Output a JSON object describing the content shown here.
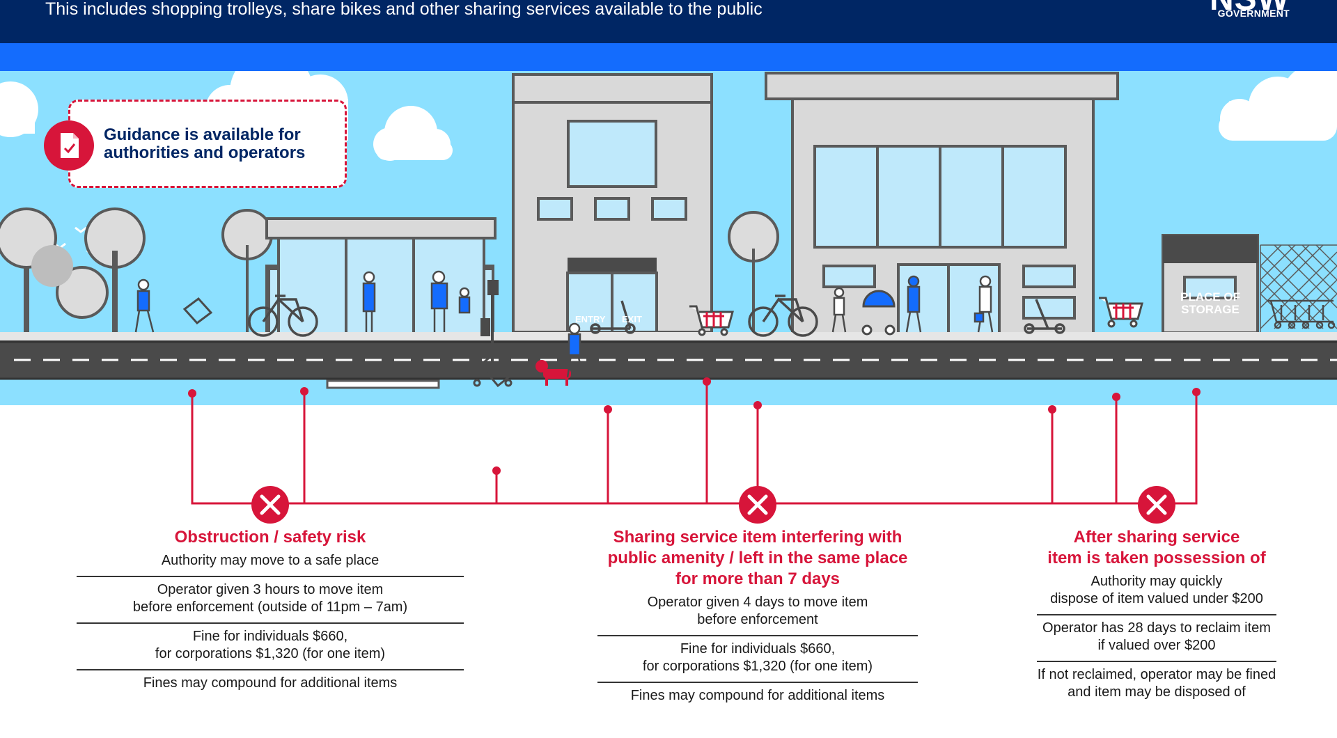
{
  "header": {
    "subtitle": "This includes shopping trolleys, share bikes and other sharing services available to the public",
    "logo_line1": "NSW",
    "logo_line2": "GOVERNMENT"
  },
  "guidance": {
    "line1": "Guidance is available for",
    "line2": "authorities and operators"
  },
  "scene_labels": {
    "entry": "ENTRY",
    "exit": "EXIT",
    "storage_line1": "PLACE OF",
    "storage_line2": "STORAGE"
  },
  "columns": [
    {
      "title_lines": [
        "Obstruction / safety risk"
      ],
      "items": [
        [
          "Authority may move to a safe place"
        ],
        [
          "Operator given 3 hours to move item",
          "before enforcement (outside of 11pm – 7am)"
        ],
        [
          "Fine for individuals $660,",
          "for corporations $1,320 (for one item)"
        ],
        [
          "Fines may compound for additional items"
        ]
      ]
    },
    {
      "title_lines": [
        "Sharing service item interfering with",
        "public amenity / left in the same place",
        "for more than 7 days"
      ],
      "items": [
        [
          "Operator given 4 days to move item",
          "before enforcement"
        ],
        [
          "Fine for individuals $660,",
          "for corporations $1,320 (for one item)"
        ],
        [
          "Fines may compound for additional items"
        ]
      ]
    },
    {
      "title_lines": [
        "After sharing service",
        "item is taken possession of"
      ],
      "items": [
        [
          "Authority may quickly",
          "dispose of item valued under $200"
        ],
        [
          "Operator has 28 days to reclaim item",
          "if valued over $200"
        ],
        [
          "If not reclaimed, operator may be fined",
          "and item may be disposed of"
        ]
      ]
    }
  ],
  "colors": {
    "navy": "#002664",
    "blue": "#146cfd",
    "red": "#d7153a",
    "sky": "#8ce0ff",
    "building": "#d9d9d9",
    "road": "#4a4a4a"
  },
  "icons": [
    "document-check-icon",
    "cross-icon",
    "tree-icon",
    "cloud-icon",
    "bicycle-icon",
    "shopping-trolley-icon",
    "e-scooter-icon",
    "pram-icon",
    "dog-icon",
    "traffic-light-icon",
    "fence-icon"
  ]
}
